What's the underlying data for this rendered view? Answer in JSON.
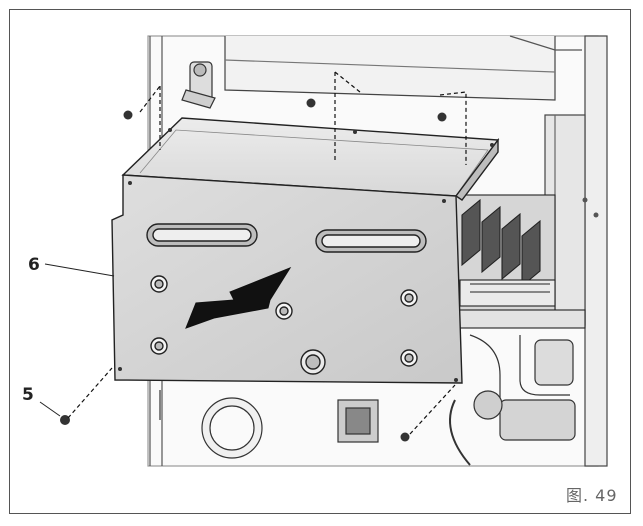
{
  "figure": {
    "label": "图. 49",
    "callouts": [
      {
        "id": "panel",
        "text": "6"
      },
      {
        "id": "screw",
        "text": "5"
      }
    ]
  }
}
